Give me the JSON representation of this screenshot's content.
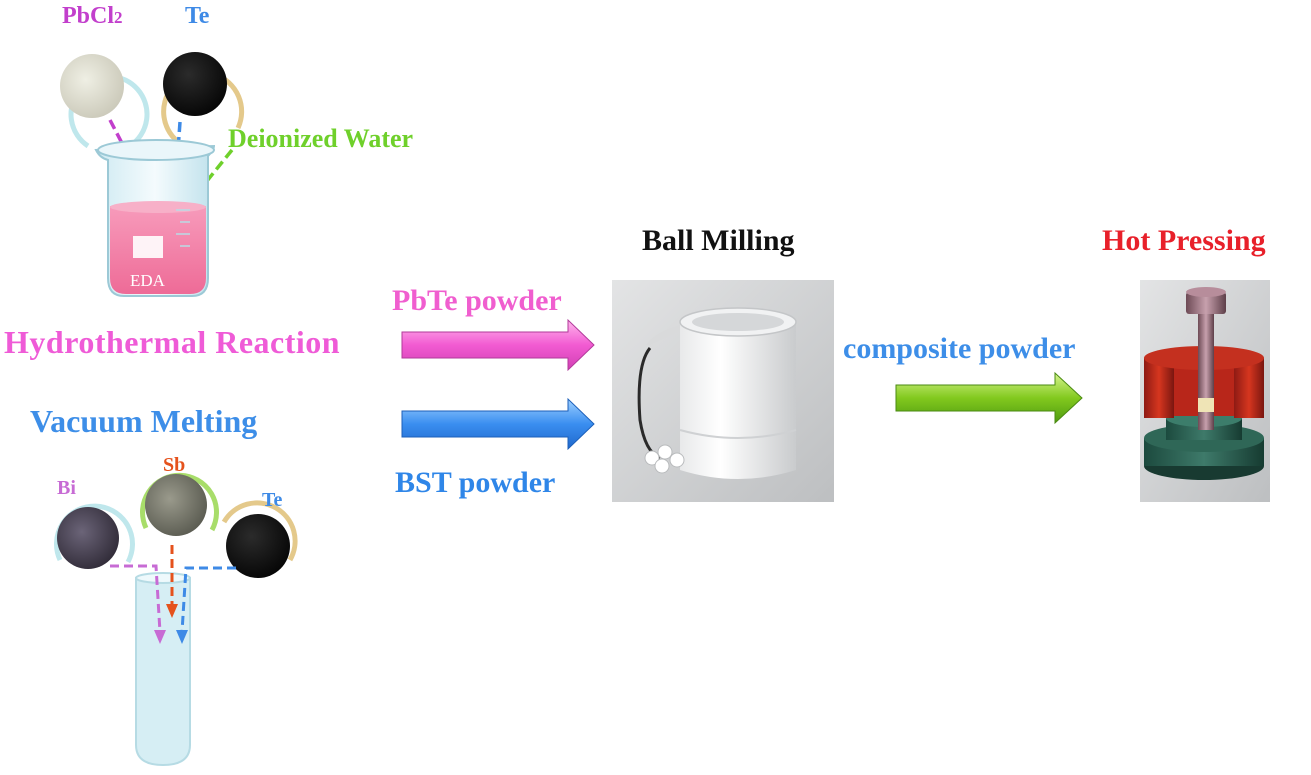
{
  "labels": {
    "pbcl2": "PbCl2",
    "te_top": "Te",
    "deionized_water": "Deionized Water",
    "eda": "EDA",
    "hydrothermal_reaction": "Hydrothermal Reaction",
    "vacuum_melting": "Vacuum Melting",
    "pbte_powder": "PbTe powder",
    "bst_powder": "BST powder",
    "ball_milling": "Ball Milling",
    "hot_pressing": "Hot Pressing",
    "composite_powder": "composite powder",
    "bi": "Bi",
    "sb": "Sb",
    "te_bottom": "Te"
  },
  "colors": {
    "pbcl2": "#c23fcc",
    "te": "#3e8ae6",
    "deionized_water": "#6fd02b",
    "hydrothermal": "#ef5bd7",
    "vacuum": "#3d8ee8",
    "pbte_arrow": "#f05ecf",
    "bst_arrow": "#2f86e8",
    "composite_arrow": "#74c21a",
    "ball_milling": "#111111",
    "hot_pressing": "#e8202a",
    "composite_text": "#3d8ee8",
    "bi": "#c76bd4",
    "sb": "#e5521c",
    "liquid": "#f27aa4"
  }
}
